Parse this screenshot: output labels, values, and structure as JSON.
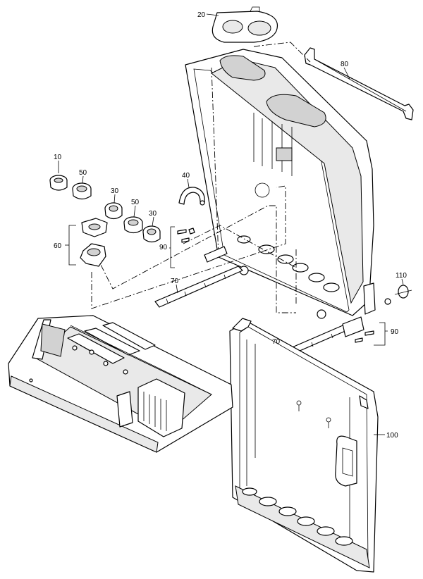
{
  "labels": {
    "p20": "20",
    "p80": "80",
    "p10": "10",
    "p50a": "50",
    "p30a": "30",
    "p50b": "50",
    "p30b": "30",
    "p40": "40",
    "p60": "60",
    "p90a": "90",
    "p70a": "70",
    "p110": "110",
    "p90b": "90",
    "p70b": "70",
    "p100": "100"
  }
}
